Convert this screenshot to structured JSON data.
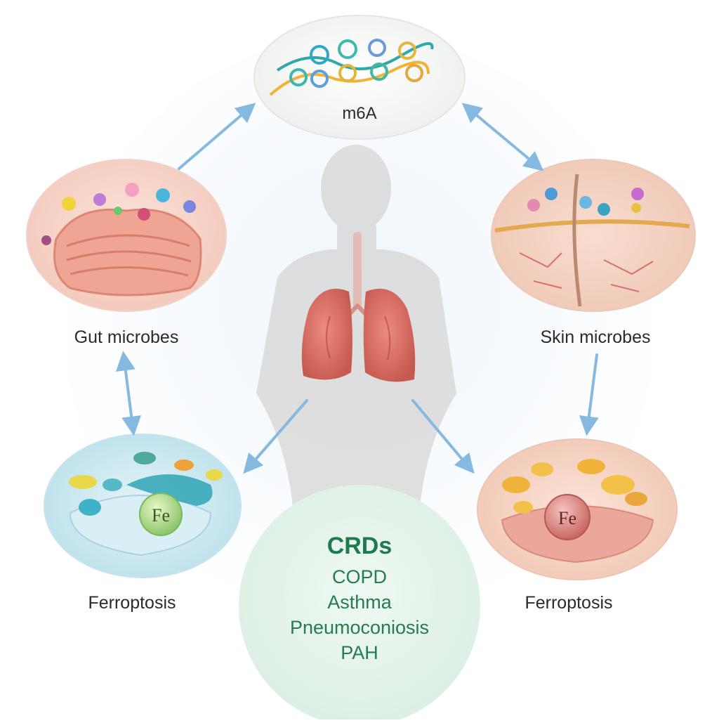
{
  "nodes": {
    "m6a": {
      "label": "m6A",
      "icon": "rna-strand-icon"
    },
    "gut_microbes": {
      "label": "Gut microbes",
      "icon": "intestine-icon"
    },
    "skin_microbes": {
      "label": "Skin microbes",
      "icon": "skin-tissue-icon"
    },
    "ferroptosis_left": {
      "label": "Ferroptosis",
      "icon": "iron-cell-icon",
      "element": "Fe"
    },
    "ferroptosis_right": {
      "label": "Ferroptosis",
      "icon": "iron-cell-icon",
      "element": "Fe"
    }
  },
  "center": {
    "title": "CRDs",
    "diseases": [
      "COPD",
      "Asthma",
      "Pneumoconiosis",
      "PAH"
    ],
    "icon": "human-lungs-icon"
  },
  "colors": {
    "arrow": "#86b9df",
    "crd_text": "#1e7a4f",
    "crd_circle": "#e6f4ec",
    "silhouette": "#d9d9d9",
    "lung": "#d9695e"
  }
}
